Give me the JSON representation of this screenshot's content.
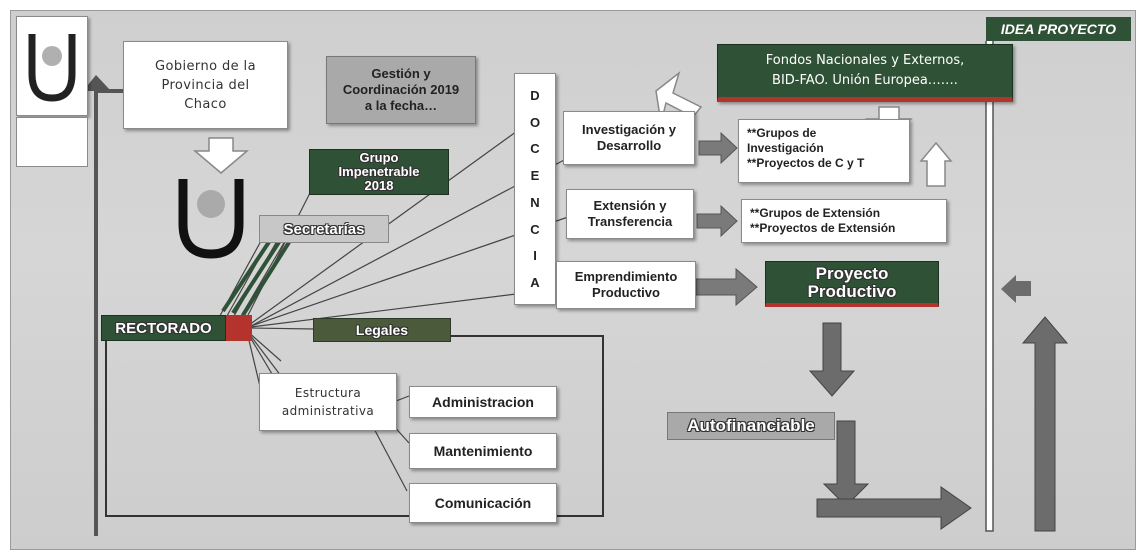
{
  "header": {
    "title": "IDEA PROYECTO"
  },
  "boxes": {
    "gobierno": "Gobierno de la\nProvincia del\nChaco",
    "gestion": "Gestión y\nCoordinación  2019\na la fecha…",
    "grupo": "Grupo\nImpenetrable\n2018",
    "secretarias": "Secretarías",
    "rectorado": "RECTORADO",
    "legales": "Legales",
    "estructura": "Estructura\nadministrativa",
    "administracion": "Administracion",
    "mantenimiento": "Mantenimiento",
    "comunicacion": "Comunicación",
    "docencia": [
      "D",
      "O",
      "C",
      "E",
      "N",
      "C",
      "I",
      "A"
    ],
    "investigacion": "Investigación y\nDesarrollo",
    "extension": "Extensión y\nTransferencia",
    "emprendimiento": "Emprendimiento\nProductivo",
    "fondos": "Fondos  Nacionales   y  Externos,\nBID-FAO. Unión Europea…….",
    "grupos_investigacion": "**Grupos de\nInvestigación\n**Proyectos de C y T",
    "grupos_extension": "**Grupos de Extensión\n**Proyectos de Extensión",
    "proyecto_productivo": "Proyecto\nProductivo",
    "autofinanciable": "Autofinanciable"
  },
  "colors": {
    "dark_green": "#2f5236",
    "red": "#b5332d",
    "olive": "#4c5a3c",
    "gestion_fill": "#a9a9a9",
    "arrow": "#7a7a7a"
  }
}
